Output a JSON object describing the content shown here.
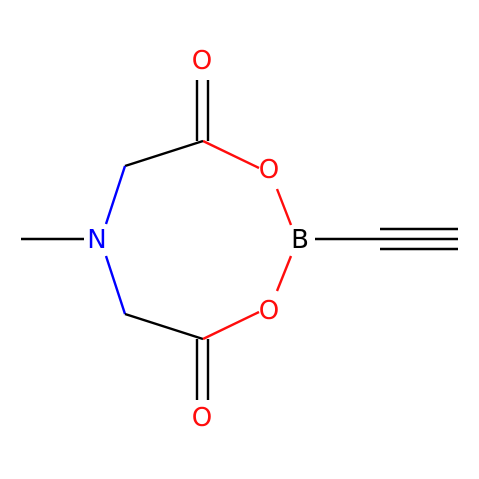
{
  "molecule": {
    "atoms": {
      "o_carbonyl_top": {
        "label": "O",
        "color": "#ff0d0d"
      },
      "o_ring_top": {
        "label": "O",
        "color": "#ff0d0d"
      },
      "nitrogen": {
        "label": "N",
        "color": "#0000ff"
      },
      "boron": {
        "label": "B",
        "color": "#000000"
      },
      "o_ring_bottom": {
        "label": "O",
        "color": "#ff0d0d"
      },
      "o_carbonyl_bottom": {
        "label": "O",
        "color": "#ff0d0d"
      }
    },
    "bond_color": "#000000"
  }
}
